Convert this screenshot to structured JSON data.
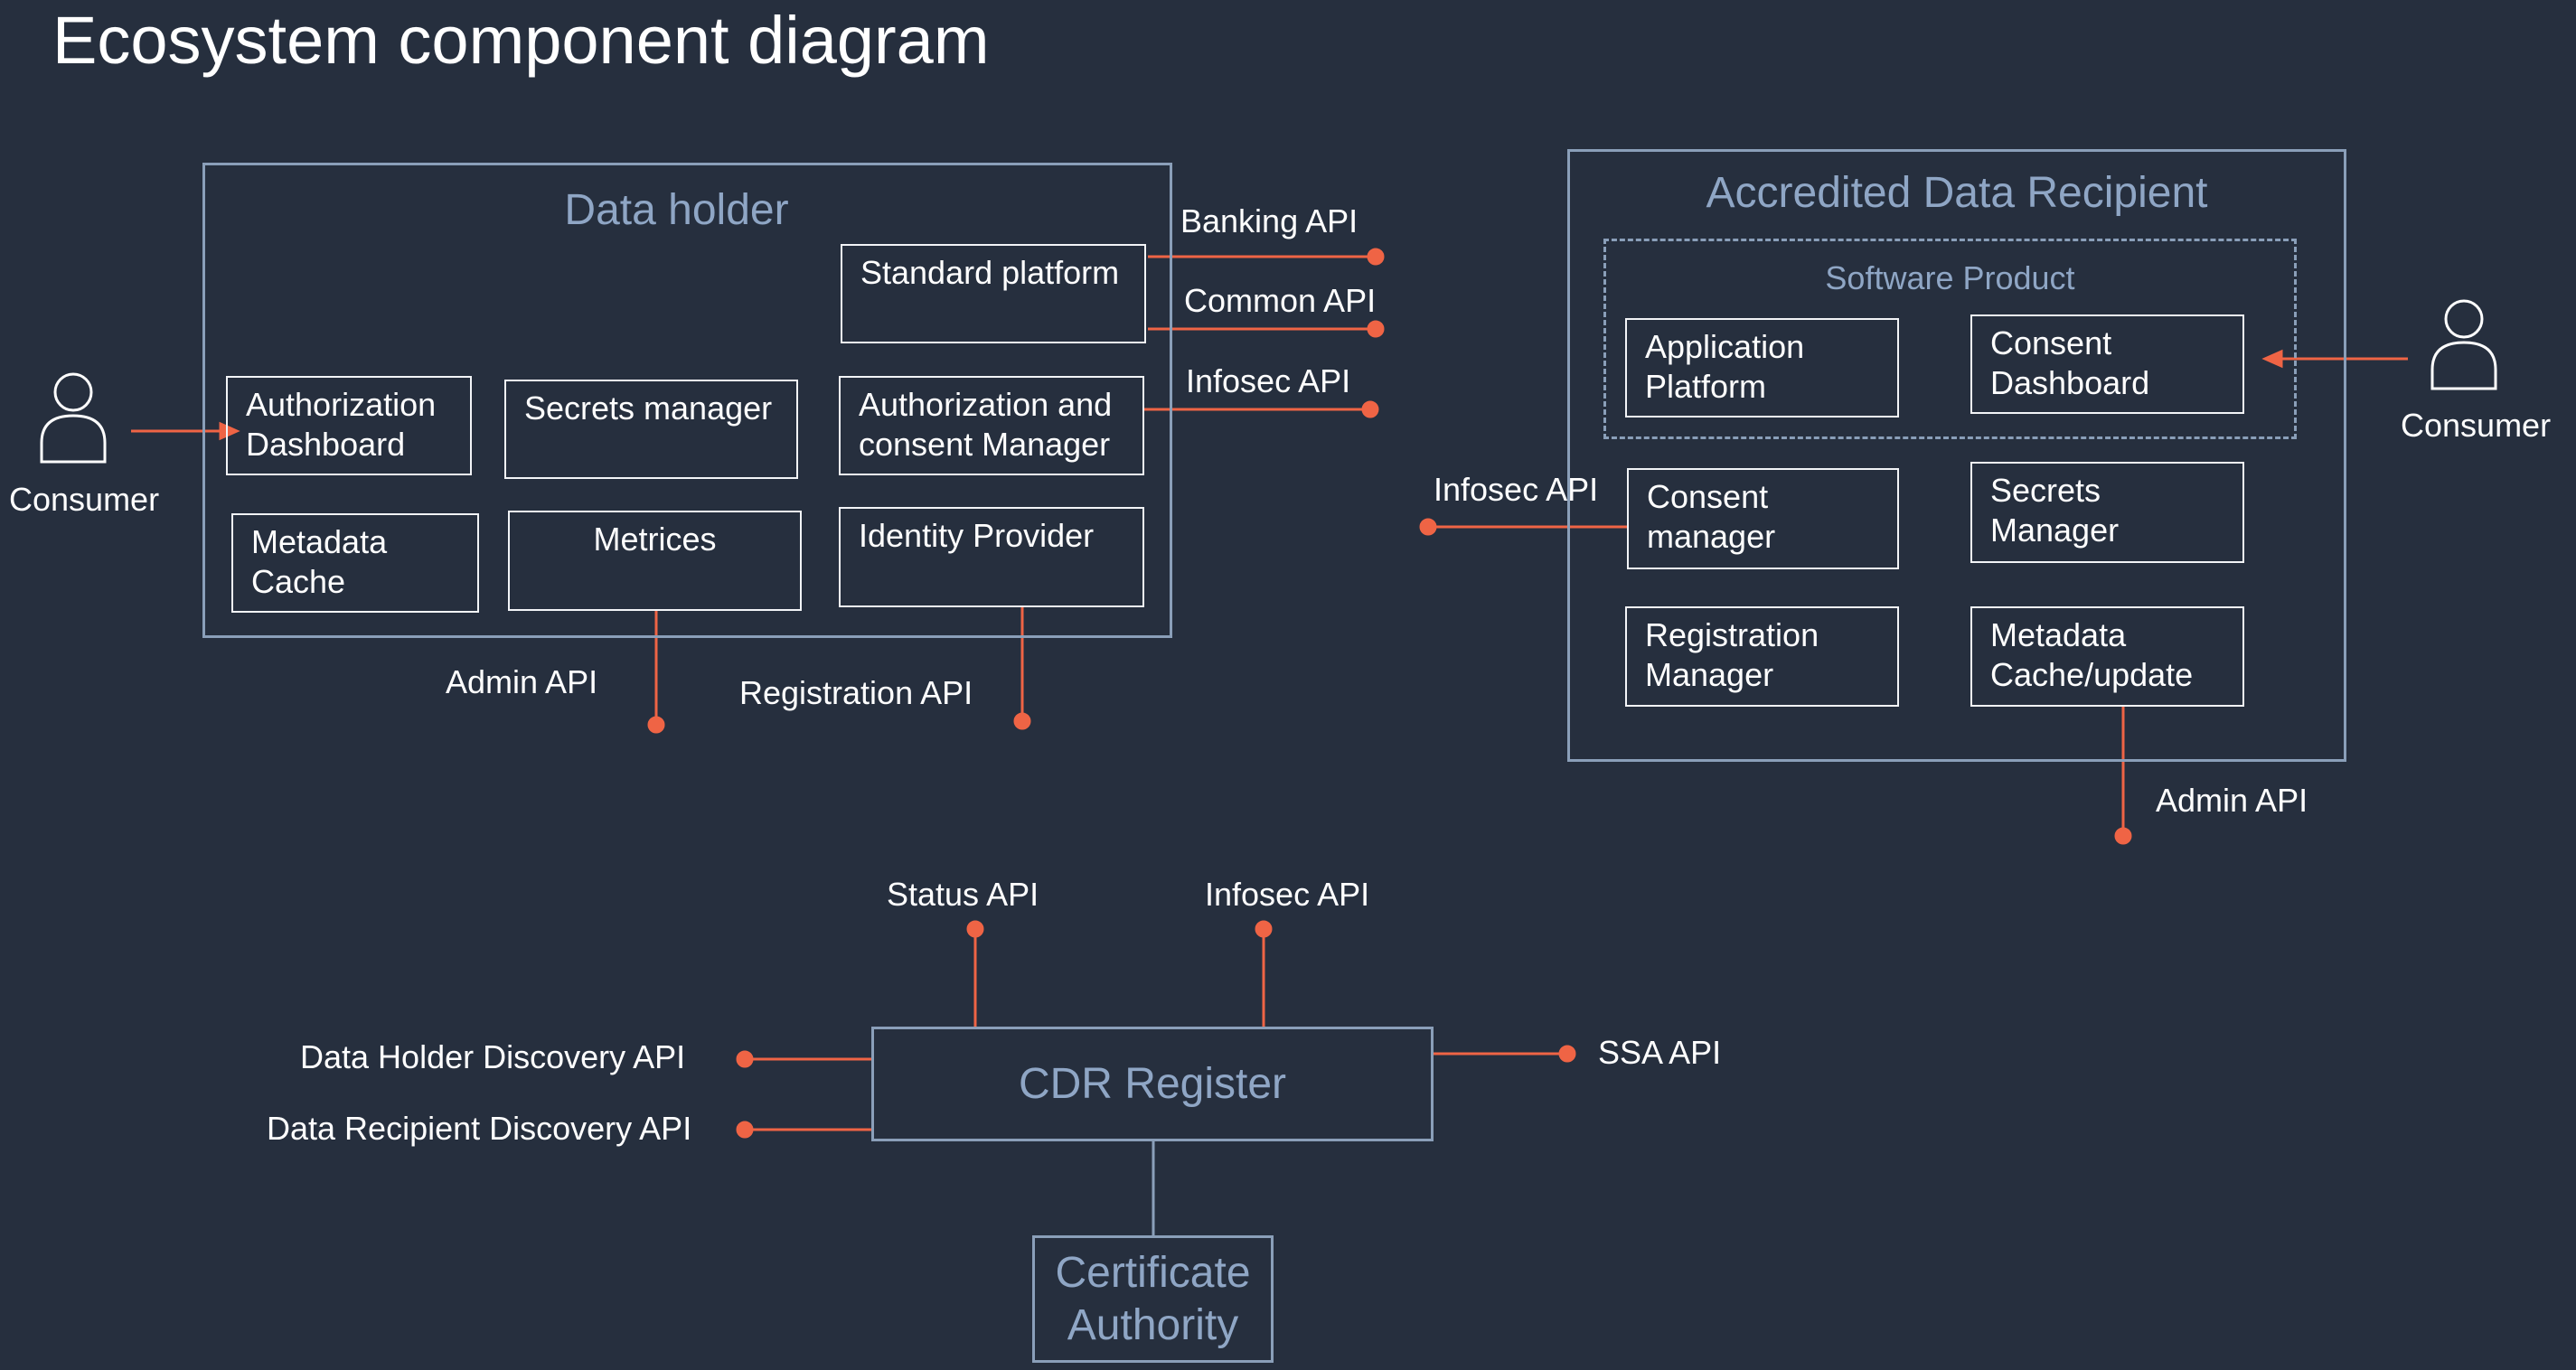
{
  "title": "Ecosystem component diagram",
  "colors": {
    "background": "#262f3e",
    "frame": "#8a9fb9",
    "frame_text": "#8fa6c5",
    "box": "#f2f4f7",
    "connector": "#ef6445",
    "text": "#ffffff"
  },
  "data_holder": {
    "title": "Data holder",
    "components": {
      "standard_platform": "Standard platform",
      "authorization_dashboard": "Authorization\nDashboard",
      "secrets_manager": "Secrets manager",
      "auth_consent_manager": "Authorization and\nconsent Manager",
      "metadata_cache": "Metadata\nCache",
      "metrices": "Metrices",
      "identity_provider": "Identity Provider"
    },
    "apis": {
      "banking": "Banking API",
      "common": "Common API",
      "infosec": "Infosec API",
      "admin": "Admin API",
      "registration": "Registration API"
    }
  },
  "consumer_left": {
    "label": "Consumer",
    "icon": "person-icon"
  },
  "consumer_right": {
    "label": "Consumer",
    "icon": "person-icon"
  },
  "adr": {
    "title": "Accredited Data Recipient",
    "software_product": {
      "title": "Software Product",
      "application_platform": "Application\nPlatform",
      "consent_dashboard": "Consent\nDashboard"
    },
    "components": {
      "consent_manager": "Consent\nmanager",
      "secrets_manager": "Secrets\nManager",
      "registration_manager": "Registration\nManager",
      "metadata_cache_update": "Metadata\nCache/update"
    },
    "apis": {
      "infosec": "Infosec API",
      "admin": "Admin API"
    }
  },
  "cdr_register": {
    "title": "CDR Register",
    "apis": {
      "status": "Status API",
      "infosec": "Infosec API",
      "ssa": "SSA API",
      "data_holder_discovery": "Data Holder Discovery API",
      "data_recipient_discovery": "Data Recipient Discovery API"
    }
  },
  "certificate_authority": {
    "title": "Certificate\nAuthority"
  }
}
